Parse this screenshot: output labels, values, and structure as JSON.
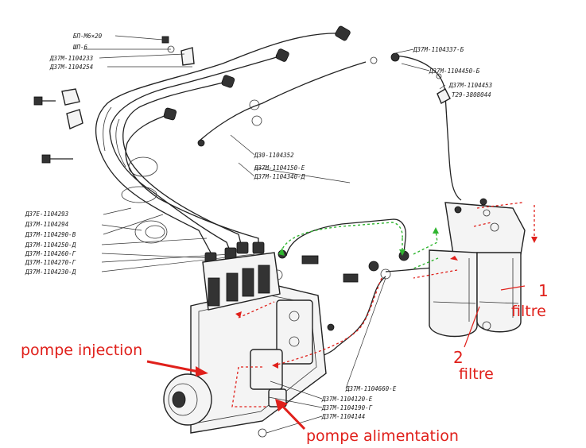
{
  "part_numbers": {
    "p1": "БП-М6×20",
    "p2": "ШП-6",
    "p3": "Д37М-1104233",
    "p4": "Д37М-1104254",
    "p5": "Д37М-1104337-Б",
    "p6": "Д37М-1104450-Б",
    "p7": "Д37М-1104453",
    "p8": "Т29-3808044",
    "p9": "Д30-1104352",
    "p10": "Д37М-1104150-Е",
    "p11": "Д37М-1104340-Д",
    "p12": "Д37Е-1104293",
    "p13": "Д37М-1104294",
    "p14": "Д37М-1104290-В",
    "p15": "Д37М-1104250-Д",
    "p16": "Д37М-1104260-Г",
    "p17": "Д37М-1104270-Г",
    "p18": "Д37М-1104230-Д",
    "p19": "Д37М-1104660-Е",
    "p20": "Д37М-1104120-Е",
    "p21": "Д37М-1104190-Г",
    "p22": "Д37М-1104144"
  },
  "annotations": {
    "filtre1_num": "1",
    "filtre1_label": "filtre",
    "filtre2_num": "2",
    "filtre2_label": "filtre",
    "pompe_injection": "pompe injection",
    "pompe_alimentation": "pompe alimentation"
  },
  "colors": {
    "annotation": "#e0201b",
    "flow_green": "#2fb52f",
    "flow_red": "#e0201b"
  }
}
